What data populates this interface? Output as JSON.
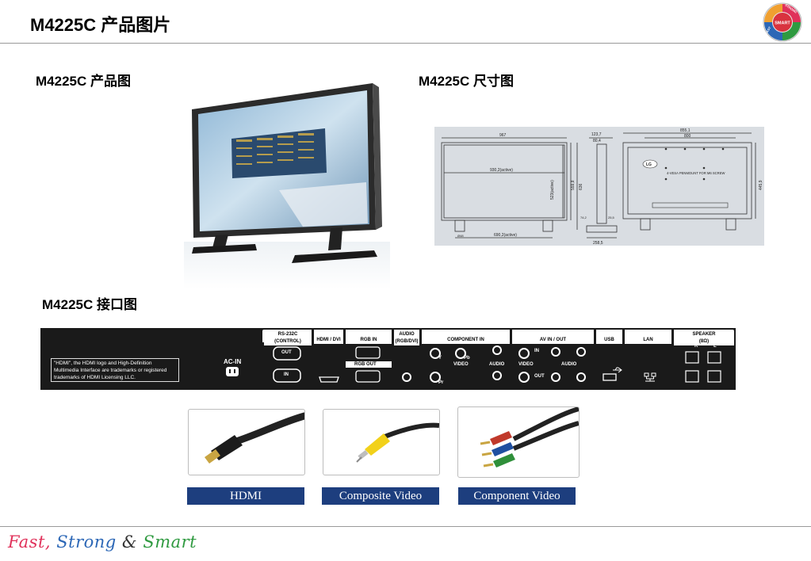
{
  "header": {
    "title": "M4225C 产品图片",
    "logo_text_top": "STRONG",
    "logo_text_center": "SMART",
    "logo_text_side": "FAST"
  },
  "sections": {
    "product": "M4225C 产品图",
    "dimension": "M4225C 尺寸图",
    "interface": "M4225C 接口图"
  },
  "dimensions": {
    "front_width": "967",
    "active_width": "930,2(active)",
    "active_height": "523(active)",
    "height_side": "559,8",
    "height_total": "636",
    "depth_top": "123,7",
    "depth_sub": "80,4",
    "base_width": "258,5",
    "bottom_active": "690,2(active)",
    "rear_width": "855,1",
    "rear_sub": "800",
    "rear_height": "445,9",
    "rear_note": "4-VESA PENMOUNT FOR M6 SCREW",
    "rear_logo": "LG",
    "small_left": "Ø48",
    "small_mid": "74,2",
    "small_right": "25,5"
  },
  "interface_panel": {
    "hdmi_note": "\"HDMI\", the HDMI logo and High-Definition Multimedia Interface are trademarks or registered trademarks of HDMI Licensing LLC.",
    "acin": "AC-IN",
    "ports": {
      "rs232c": "RS-232C",
      "rs232c_sub": "(CONTROL)",
      "out": "OUT",
      "in": "IN",
      "hdmi_dvi": "HDMI / DVI",
      "rgb_in": "RGB IN",
      "rgb_out": "RGB OUT",
      "audio": "AUDIO",
      "audio_sub": "(RGB/DVI)",
      "component_in": "COMPONENT IN",
      "video": "VIDEO",
      "audio2": "AUDIO",
      "av_in_out": "AV IN / OUT",
      "in2": "IN",
      "out2": "OUT",
      "video2": "VIDEO",
      "audio3": "AUDIO",
      "usb": "USB",
      "lan": "LAN",
      "speaker": "SPEAKER",
      "speaker_sub": "(8Ω)",
      "r": "R",
      "l": "L",
      "y": "Y",
      "pb": "Pb",
      "pr": "Pr"
    }
  },
  "cables": [
    {
      "caption": "HDMI"
    },
    {
      "caption": "Composite Video"
    },
    {
      "caption": "Component Video"
    }
  ],
  "footer": {
    "slogan_fast": "Fast,",
    "slogan_strong": "Strong",
    "slogan_amp": "&",
    "slogan_smart": "Smart"
  },
  "colors": {
    "caption_bg": "#1d3e7e",
    "panel_bg": "#1a1a1a",
    "accent_red": "#e0315a",
    "accent_blue": "#2c67b6",
    "accent_green": "#2f9a40"
  }
}
